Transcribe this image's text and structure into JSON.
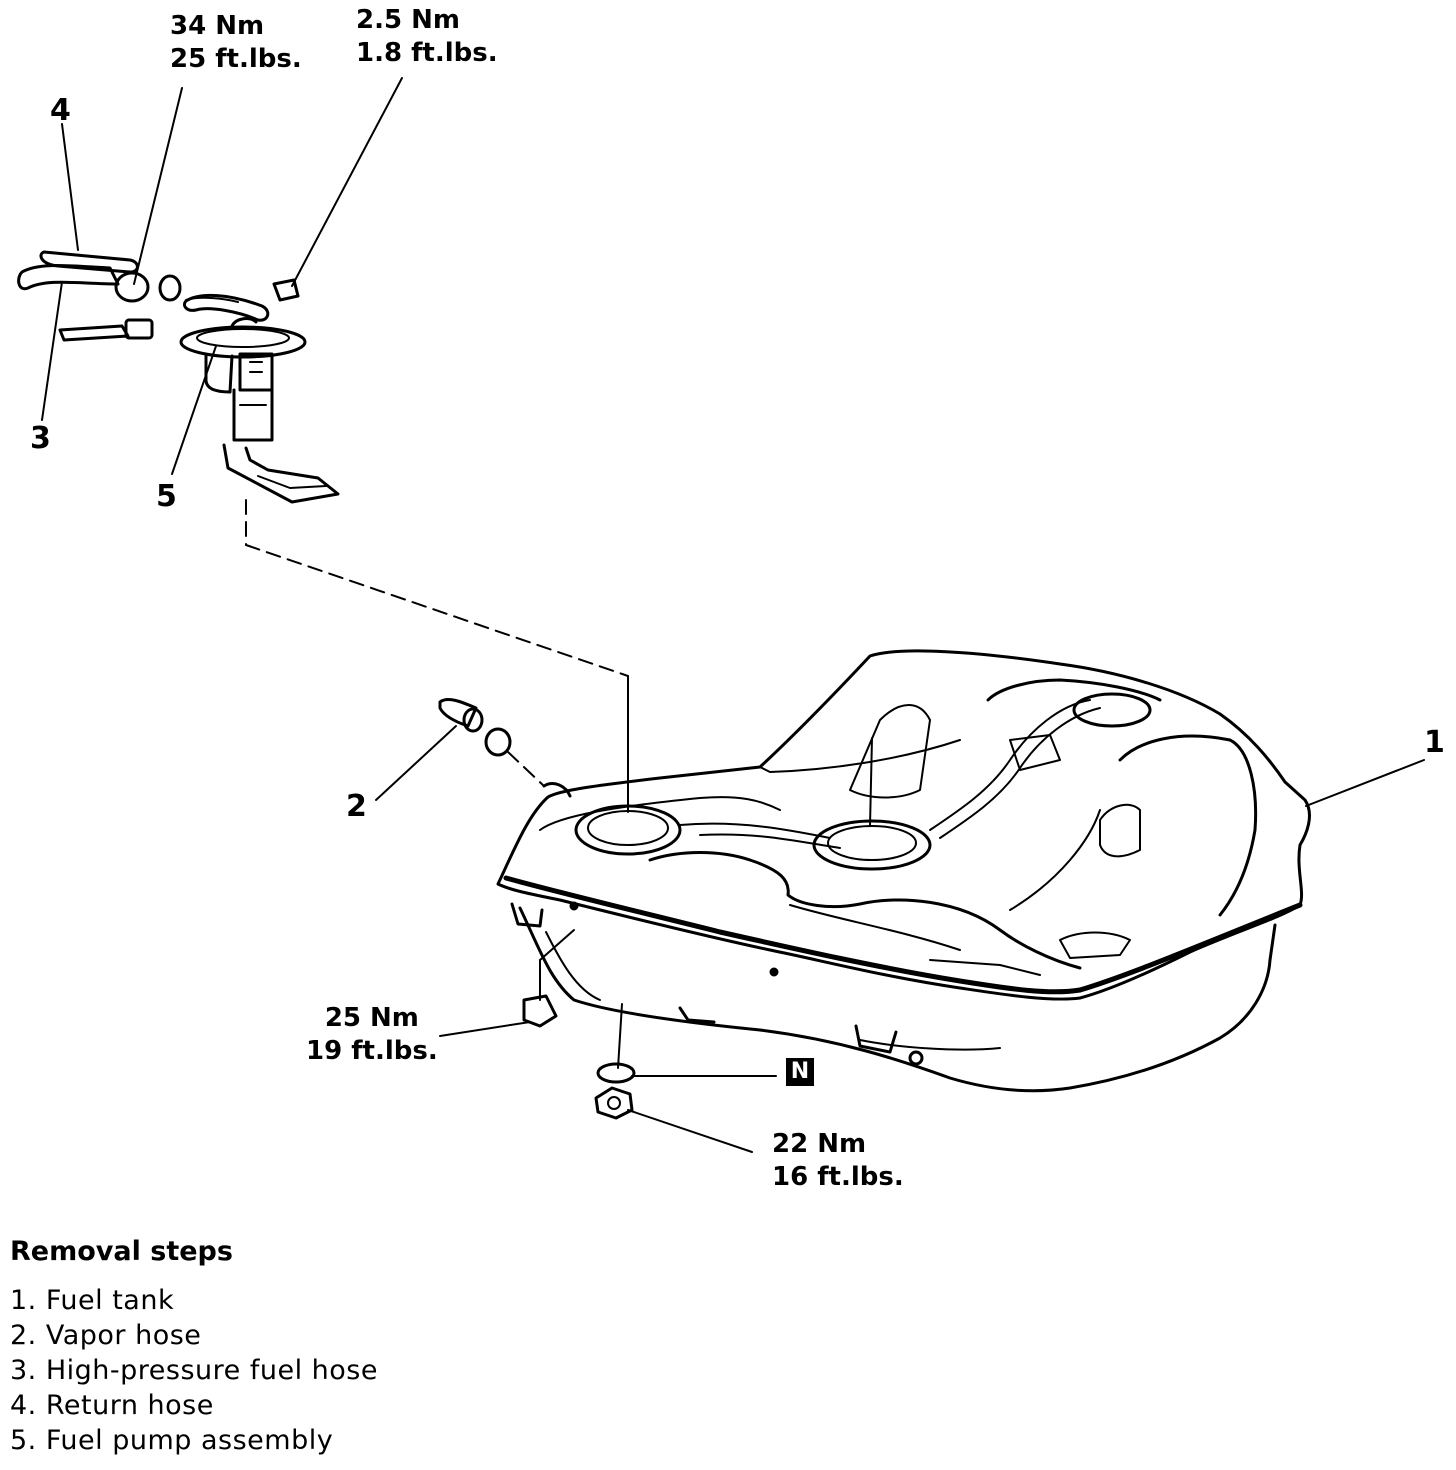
{
  "callouts": {
    "pump_nut_torque": [
      "34 Nm",
      "25 ft.lbs."
    ],
    "screw_torque": [
      "2.5 Nm",
      "1.8 ft.lbs."
    ],
    "bolt_torque": [
      "25 Nm",
      "19 ft.lbs."
    ],
    "nut_torque": [
      "22 Nm",
      "16 ft.lbs."
    ],
    "nonreusable_mark": "N"
  },
  "part_numbers": [
    "1",
    "2",
    "3",
    "4",
    "5"
  ],
  "removal": {
    "title": "Removal steps",
    "steps": [
      "1. Fuel tank",
      "2. Vapor hose",
      "3. High-pressure fuel hose",
      "4. Return hose",
      "5. Fuel pump assembly"
    ]
  }
}
